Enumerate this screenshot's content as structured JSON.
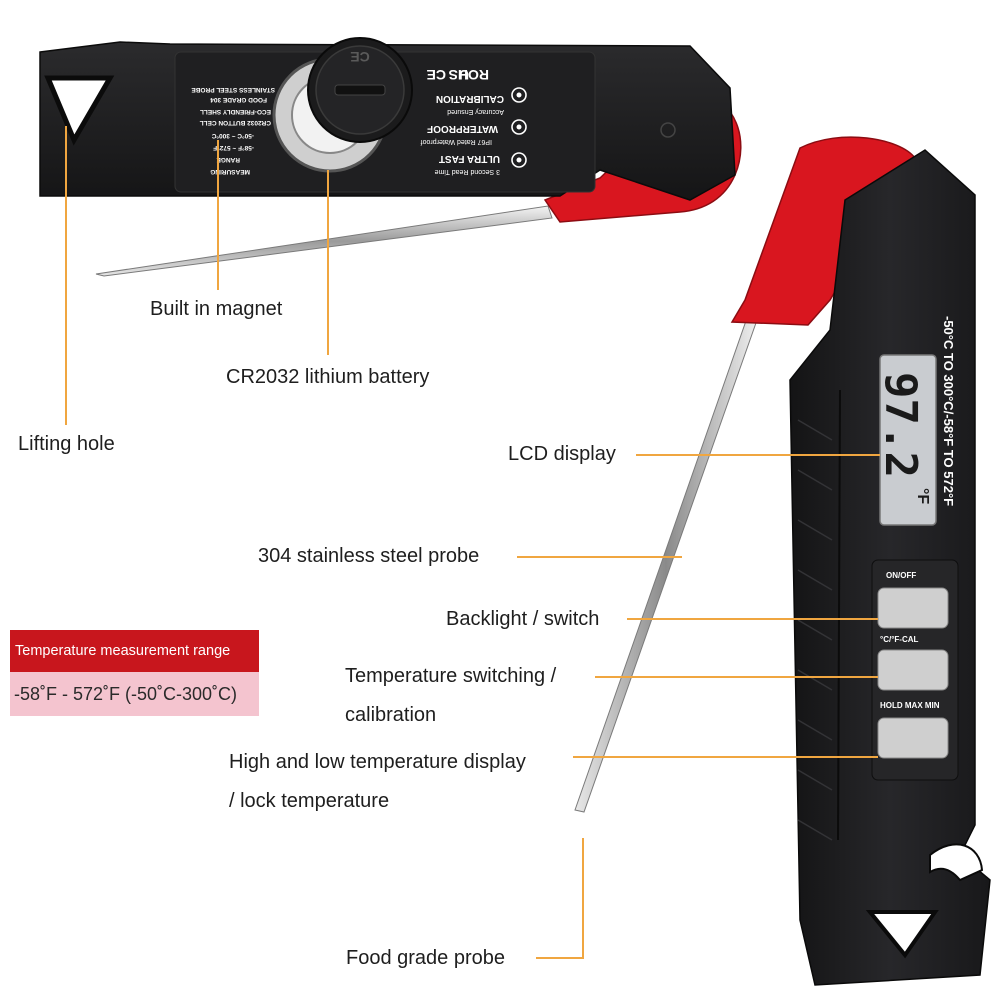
{
  "thermometer": {
    "certifications": [
      "ROHS",
      "CE"
    ],
    "back_labels": {
      "feature1_title": "CALIBRATION",
      "feature1_sub": "Accuracy Ensured",
      "feature2_title": "WATERPROOF",
      "feature2_sub": "IP67 Rated Waterproof",
      "feature3_title": "ULTRA FAST",
      "feature3_sub": "3 Second Read Time",
      "spec_lines": [
        "STAINLESS STEEL PROBE",
        "FOOD GRADE 304",
        "ECO-FRIENDLY SHELL",
        "CR2032 BUTTON CELL",
        "-50°C ~ 300°C",
        "-58°F ~ 572°F",
        "RANGE",
        "MEASURING"
      ]
    },
    "range_text": "-50°C TO 300°C/-58°F TO 572°F",
    "display_value": "97.2",
    "display_unit": "°F",
    "button_labels": {
      "power": "ON/OFF",
      "unit": "°C/°F-CAL",
      "hold": "HOLD MAX MIN"
    }
  },
  "callouts": {
    "magnet": "Built in magnet",
    "battery": "CR2032 lithium battery",
    "lifting_hole": "Lifting hole",
    "lcd": "LCD display",
    "probe_steel": "304 stainless steel probe",
    "backlight": "Backlight / switch",
    "temp_switch_1": "Temperature switching /",
    "temp_switch_2": "calibration",
    "high_low_1": "High and low temperature display",
    "high_low_2": "/ lock temperature",
    "food_probe": "Food grade probe"
  },
  "range_badge": {
    "title": "Temperature measurement range",
    "value": "-58˚F - 572˚F (-50˚C-300˚C)"
  },
  "colors": {
    "body": "#1c1c1e",
    "accent_red": "#d9161f",
    "leader_line": "#f0a640",
    "lcd": "#c9ccd0",
    "badge_red": "#c8161d",
    "badge_pink": "#f4c4cf"
  }
}
